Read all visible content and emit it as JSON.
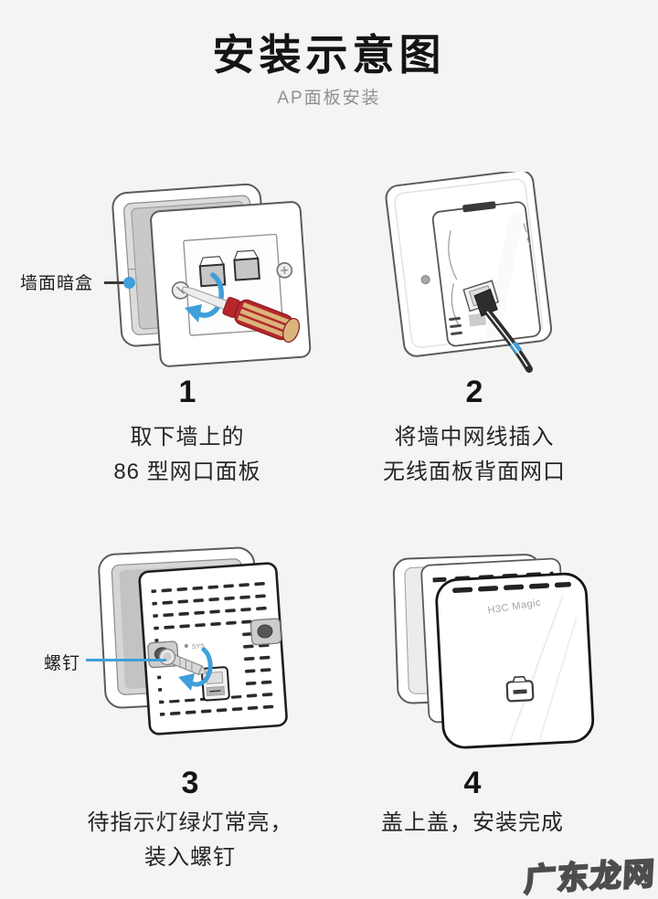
{
  "page": {
    "title": "安装示意图",
    "subtitle": "AP面板安装",
    "watermark": "广东龙网"
  },
  "labels": {
    "wall_box": "墙面暗盒",
    "screw": "螺钉"
  },
  "device": {
    "brand": "H3C Magic",
    "led_label": "SYS"
  },
  "colors": {
    "background": "#f4f4f3",
    "accent_blue": "#3f9fda",
    "screwdriver_red": "#b5272b",
    "screwdriver_tan": "#d9b57c",
    "outline_dark": "#1e1e1e",
    "outline_gray": "#5b5b5b"
  },
  "steps": [
    {
      "number": "1",
      "lines": [
        "取下墙上的",
        "86 型网口面板"
      ]
    },
    {
      "number": "2",
      "lines": [
        "将墙中网线插入",
        "无线面板背面网口"
      ]
    },
    {
      "number": "3",
      "lines": [
        "待指示灯绿灯常亮，",
        "装入螺钉"
      ]
    },
    {
      "number": "4",
      "lines": [
        "盖上盖，安装完成"
      ]
    }
  ]
}
